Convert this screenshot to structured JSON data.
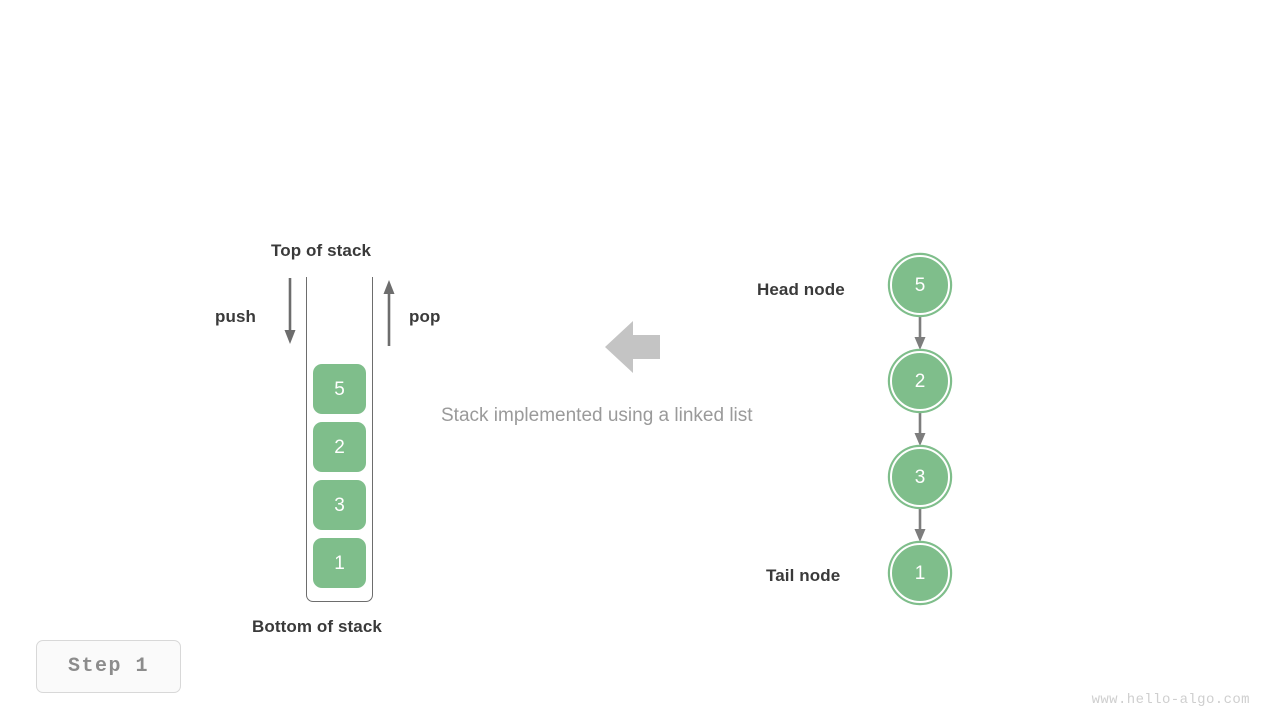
{
  "diagram": {
    "caption": "Stack implemented using a linked list",
    "step_badge": "Step  1",
    "watermark": "www.hello-algo.com",
    "colors": {
      "node_green": "#7fbe8b",
      "arrow_gray": "#6d6d6d",
      "big_arrow_gray": "#c4c4c4",
      "caption_gray": "#9a9a9a",
      "label_dark": "#3a3a3a",
      "badge_text": "#8c8c8c",
      "watermark_gray": "#cfcfcf"
    }
  },
  "stack": {
    "top_label": "Top of stack",
    "bottom_label": "Bottom of stack",
    "push_label": "push",
    "pop_label": "pop",
    "push_icon": "arrow-down-icon",
    "pop_icon": "arrow-up-icon",
    "items": [
      {
        "value": "5"
      },
      {
        "value": "2"
      },
      {
        "value": "3"
      },
      {
        "value": "1"
      }
    ]
  },
  "linked_list": {
    "head_label": "Head node",
    "tail_label": "Tail node",
    "link_icon": "arrow-down-icon",
    "nodes": [
      {
        "value": "5"
      },
      {
        "value": "2"
      },
      {
        "value": "3"
      },
      {
        "value": "1"
      }
    ]
  },
  "transform": {
    "icon": "arrow-left-icon"
  }
}
